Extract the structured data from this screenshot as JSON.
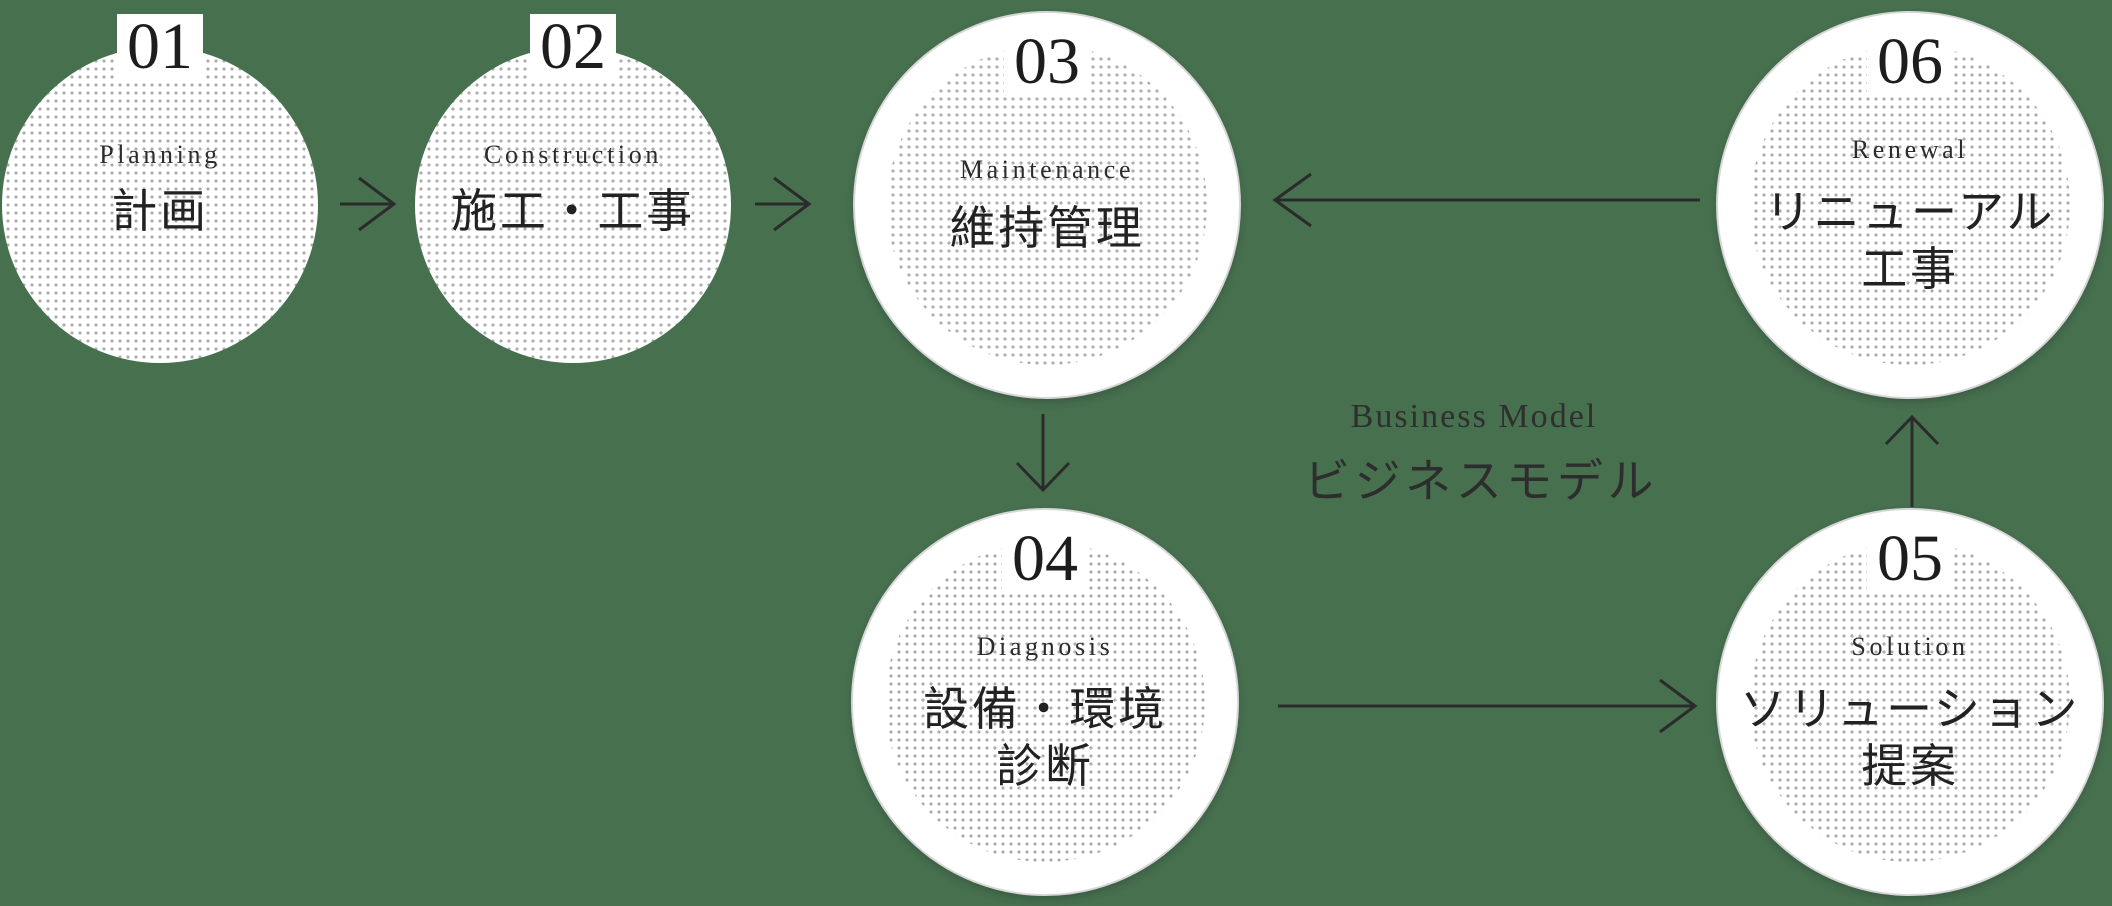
{
  "diagram": {
    "center": {
      "en_label": "Business Model",
      "jp_label": "ビジネスモデル"
    },
    "steps": [
      {
        "number": "01",
        "en": "Planning",
        "jp_lines": [
          "計画"
        ]
      },
      {
        "number": "02",
        "en": "Construction",
        "jp_lines": [
          "施工・工事"
        ]
      },
      {
        "number": "03",
        "en": "Maintenance",
        "jp_lines": [
          "維持管理"
        ]
      },
      {
        "number": "04",
        "en": "Diagnosis",
        "jp_lines": [
          "設備・環境",
          "診断"
        ]
      },
      {
        "number": "05",
        "en": "Solution",
        "jp_lines": [
          "ソリューション",
          "提案"
        ]
      },
      {
        "number": "06",
        "en": "Renewal",
        "jp_lines": [
          "リニューアル",
          "工事"
        ]
      }
    ],
    "flow": {
      "arrow_01_to_02": "→",
      "arrow_02_to_03": "→",
      "arrow_06_to_03": "←",
      "arrow_03_to_04": "↓",
      "arrow_04_to_05": "→",
      "arrow_05_to_06": "↑"
    },
    "colors": {
      "background": "#47704F",
      "dot": "#ABABAB",
      "circle_fill": "#FFFFFF",
      "circle_border": "#D7D7D7",
      "text_dark": "#222222",
      "arrow": "#2B2B2B"
    }
  }
}
